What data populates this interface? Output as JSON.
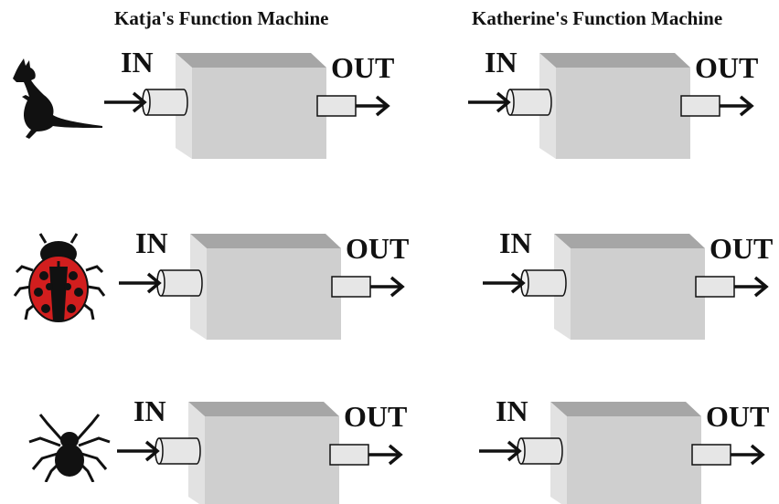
{
  "titles": {
    "left": "Katja's Function Machine",
    "right": "Katherine's Function Machine"
  },
  "labels": {
    "in": "IN",
    "out": "OUT"
  },
  "rows": [
    {
      "animal": "kangaroo-icon"
    },
    {
      "animal": "ladybug-icon"
    },
    {
      "animal": "spider-icon"
    }
  ],
  "colors": {
    "box_front": "#cfcfcf",
    "box_top": "#a6a6a6",
    "box_side": "#e2e2e2",
    "pipe": "#e6e6e6",
    "ladybug_red": "#d21e1e"
  }
}
